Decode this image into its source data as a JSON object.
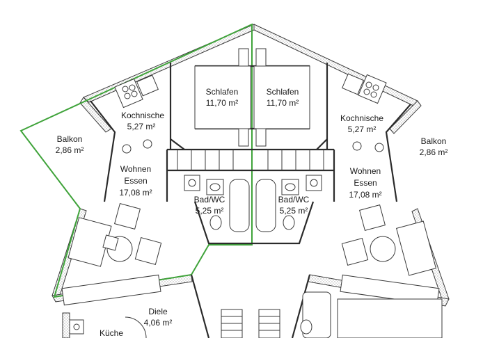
{
  "colors": {
    "boundary": "#3fa33a",
    "wall": "#2b2b2b",
    "background": "#ffffff"
  },
  "rooms": {
    "schlafen_left": {
      "name": "Schlafen",
      "area": "11,70 m²"
    },
    "schlafen_right": {
      "name": "Schlafen",
      "area": "11,70 m²"
    },
    "kochnische_left": {
      "name": "Kochnische",
      "area": "5,27 m²"
    },
    "kochnische_right": {
      "name": "Kochnische",
      "area": "5,27 m²"
    },
    "balkon_left": {
      "name": "Balkon",
      "area": "2,86 m²"
    },
    "balkon_right": {
      "name": "Balkon",
      "area": "2,86 m²"
    },
    "wohnen_left": {
      "name1": "Wohnen",
      "name2": "Essen",
      "area": "17,08 m²"
    },
    "wohnen_right": {
      "name1": "Wohnen",
      "name2": "Essen",
      "area": "17,08 m²"
    },
    "bad_left": {
      "name": "Bad/WC",
      "area": "5,25 m²"
    },
    "bad_right": {
      "name": "Bad/WC",
      "area": "5,25 m²"
    },
    "diele": {
      "name": "Diele",
      "area": "4,06 m²"
    },
    "kueche": {
      "name": "Küche"
    }
  }
}
